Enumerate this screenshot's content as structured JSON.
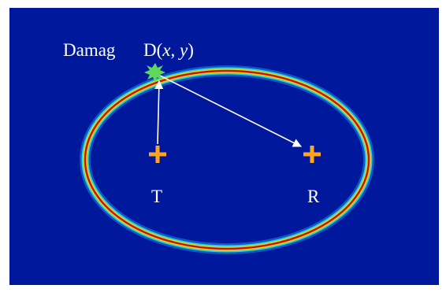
{
  "labels": {
    "damage_word": "Damag",
    "damage_point": "D(",
    "var_x": "x",
    "separator": ", ",
    "var_y": "y",
    "close_paren": ")",
    "transmitter": "T",
    "receiver": "R"
  },
  "colors": {
    "background_field": "#00189c",
    "ellipse_outer": "#1a8fe6",
    "ellipse_mid_cyan": "#2fd3d3",
    "ellipse_yellow": "#e8d41a",
    "ellipse_core": "#c0180f",
    "marker": "#ffa41c",
    "damage_star": "#5ed85a",
    "arrow": "#ffffff",
    "text": "#ffffff"
  },
  "icons": {
    "transmitter_marker": "plus-icon",
    "receiver_marker": "plus-icon",
    "damage_marker": "star-icon"
  }
}
